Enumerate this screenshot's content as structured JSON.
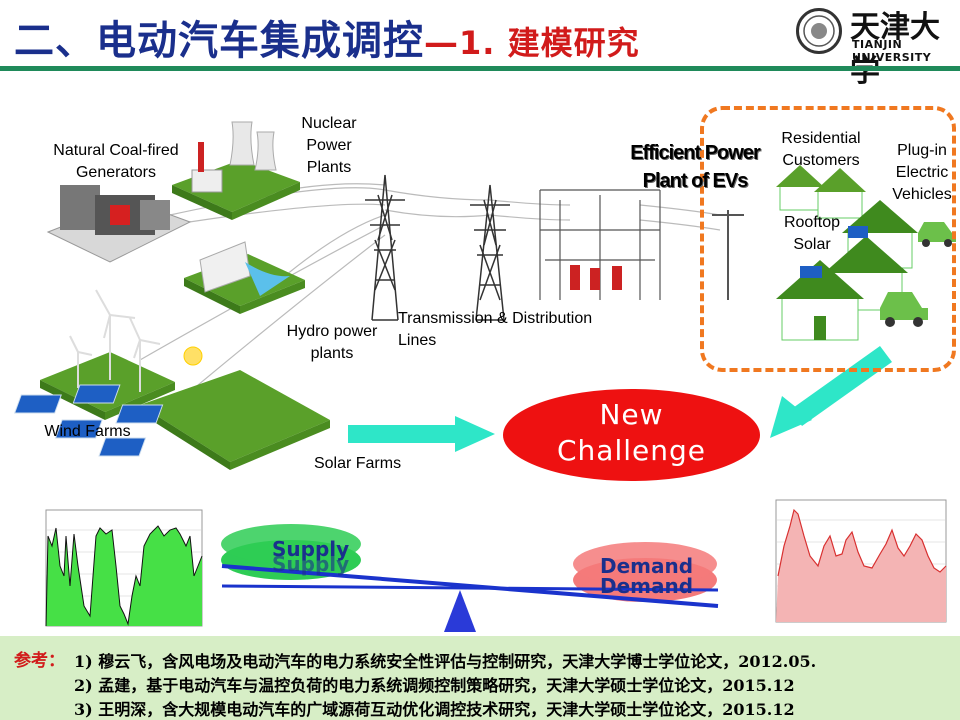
{
  "header": {
    "title_main": "二、电动汽车集成调控",
    "title_dash": "—",
    "title_sub": "1. 建模研究",
    "logo_cn": "天津大学",
    "logo_en": "TIANJIN UNIVERSITY"
  },
  "diagram": {
    "labels": {
      "coal": "Natural Coal-fired\nGenerators",
      "nuclear": "Nuclear\nPower\nPlants",
      "hydro": "Hydro power\nplants",
      "wind": "Wind Farms",
      "solar": "Solar Farms",
      "transmission": "Transmission & Distribution\nLines",
      "efficient": "Efficient Power\nPlant of EVs",
      "residential": "Residential\nCustomers",
      "plugin": "Plug-in\nElectric\nVehicles",
      "rooftop": "Rooftop\nSolar",
      "challenge": "New\nChallenge"
    },
    "balance": {
      "supply": "Supply",
      "demand": "Demand"
    }
  },
  "colors": {
    "title_blue": "#1a2f8c",
    "title_red": "#d11b1b",
    "rule_green": "#1f8a5a",
    "challenge_red": "#ee1111",
    "dash_orange": "#f07820",
    "arrow_cyan": "#2ee6c8",
    "supply_green": "#2ecc55",
    "demand_pink": "#f47a7a",
    "beam_blue": "#1a33cc",
    "refs_bg": "#d7eec6"
  },
  "references": {
    "label": "参考：",
    "items": [
      "1) 穆云飞，含风电场及电动汽车的电力系统安全性评估与控制研究，天津大学博士学位论文，2012.05.",
      "2) 孟建，基于电动汽车与温控负荷的电力系统调频控制策略研究，天津大学硕士学位论文，2015.12",
      "3) 王明深，含大规模电动汽车的广域源荷互动优化调控技术研究，天津大学硕士学位论文，2015.12"
    ]
  }
}
